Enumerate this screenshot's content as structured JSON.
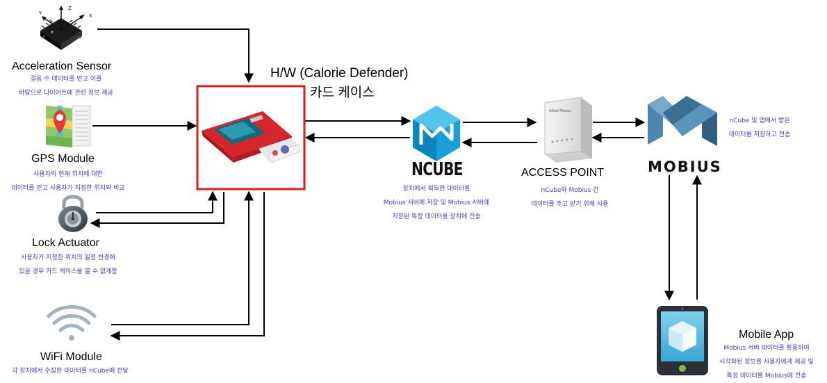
{
  "nodes": {
    "accel": {
      "title": "Acceleration Sensor",
      "desc": [
        "걸음 수 데이터를 얻고 이를",
        "바탕으로 다이어트에 관련 정보 제공"
      ],
      "axes": {
        "x": "X",
        "y": "Y",
        "z": "Z"
      }
    },
    "gps": {
      "title": "GPS Module",
      "desc": [
        "사용자의 현재 위치에 대한",
        "데이터를 얻고 사용자가 지정한 위치와 비교"
      ]
    },
    "lock": {
      "title": "Lock Actuator",
      "desc": [
        "사용자가 지정한 위치의 일정 반경에",
        "있을 경우 카드 케이스를 열 수 없게함"
      ]
    },
    "wifi": {
      "title": "WiFi Module",
      "desc": [
        "각 장치에서 수집한 데이터를 nCube에 전달"
      ]
    },
    "hw": {
      "title_line1": "H/W (Calorie Defender)",
      "title_line2": "카드 케이스",
      "border_color": "#e0191f"
    },
    "ncube": {
      "logo_text": "NCUBE",
      "desc": [
        "장치에서 획득한 데이터를",
        "Mobius 서버에 저장 및 Mobius 서버에",
        "저장된 특정 데이터를 장치에 전송"
      ]
    },
    "ap": {
      "title": "ACCESS POINT",
      "desc": [
        "nCube와 Mobius 간",
        "데이터를 주고 받기 위해 사용"
      ],
      "brand": "Allied Telesis"
    },
    "mobius": {
      "logo_text": "MOBIUS",
      "desc": [
        "nCube 및 앱에서 받은",
        "데이터를 저장하고 전송"
      ]
    },
    "app": {
      "title": "Mobile App",
      "desc": [
        "Mobius 서버 데이터를 활용하여",
        "시각화된 정보를 사용자에게 제공 및",
        "특정 데이터를 Mobius에 전송"
      ]
    }
  },
  "colors": {
    "description_text": "#3c3cd8",
    "ncube_blue": "#1aa0d8",
    "mobius_blue": "#4f86ad",
    "arrow": "#000000"
  }
}
